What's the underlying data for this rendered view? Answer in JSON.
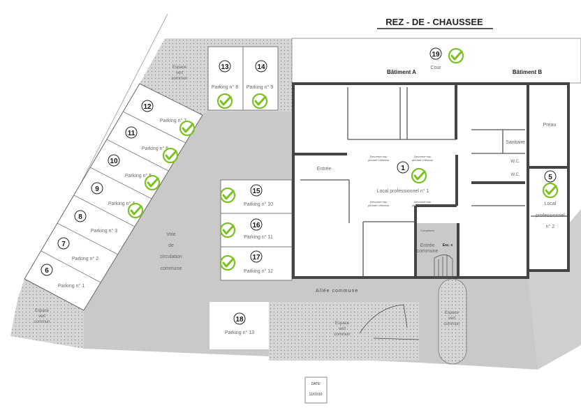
{
  "title": "REZ - DE - CHAUSSEE",
  "buildings": {
    "a": "Bâtiment A",
    "b": "Bâtiment B"
  },
  "areas": {
    "cour": {
      "number": "19",
      "label": "Cour",
      "checked": true
    },
    "local1": {
      "number": "1",
      "label": "Local professionnel n° 1",
      "checked": true
    },
    "local2": {
      "number": "5",
      "label_lines": [
        "Local",
        "professionnel",
        "n° 2"
      ],
      "checked": true
    },
    "entree": "Entrée",
    "preau": "Préau",
    "sanitaire": "Sanitaire",
    "wc": "W.C.",
    "entree_commune": [
      "Entrée",
      "commune"
    ],
    "escalier": "Esc. x",
    "compteurs": "Compteurs",
    "descente": [
      "Descente eau",
      "pluviale chêneau"
    ],
    "allee": "Allée commune",
    "voie": [
      "Voie",
      "de",
      "circulation",
      "commune"
    ],
    "espace_vert": [
      "Espace",
      "vert",
      "commun"
    ]
  },
  "parkings": [
    {
      "number": "6",
      "label": "Parking n° 1",
      "checked": false
    },
    {
      "number": "7",
      "label": "Parking n° 2",
      "checked": false
    },
    {
      "number": "8",
      "label": "Parking n° 3",
      "checked": false
    },
    {
      "number": "9",
      "label": "Parking n° 4",
      "checked": true
    },
    {
      "number": "10",
      "label": "Parking n° 5",
      "checked": true
    },
    {
      "number": "11",
      "label": "Parking n° 6",
      "checked": true
    },
    {
      "number": "12",
      "label": "Parking n° 7",
      "checked": true
    },
    {
      "number": "13",
      "label": "Parking n° 8",
      "checked": true
    },
    {
      "number": "14",
      "label": "Parking n° 9",
      "checked": true
    },
    {
      "number": "15",
      "label": "Parking n° 10",
      "checked": true
    },
    {
      "number": "16",
      "label": "Parking n° 11",
      "checked": true
    },
    {
      "number": "17",
      "label": "Parking n° 12",
      "checked": true
    },
    {
      "number": "18",
      "label": "Parking n° 13",
      "checked": false
    }
  ],
  "date": {
    "label": "DATE",
    "value": "11/03/10"
  },
  "colors": {
    "check": "#7cc11f",
    "ground": "#c8c8c8",
    "green_space": "#d4d4d4"
  }
}
